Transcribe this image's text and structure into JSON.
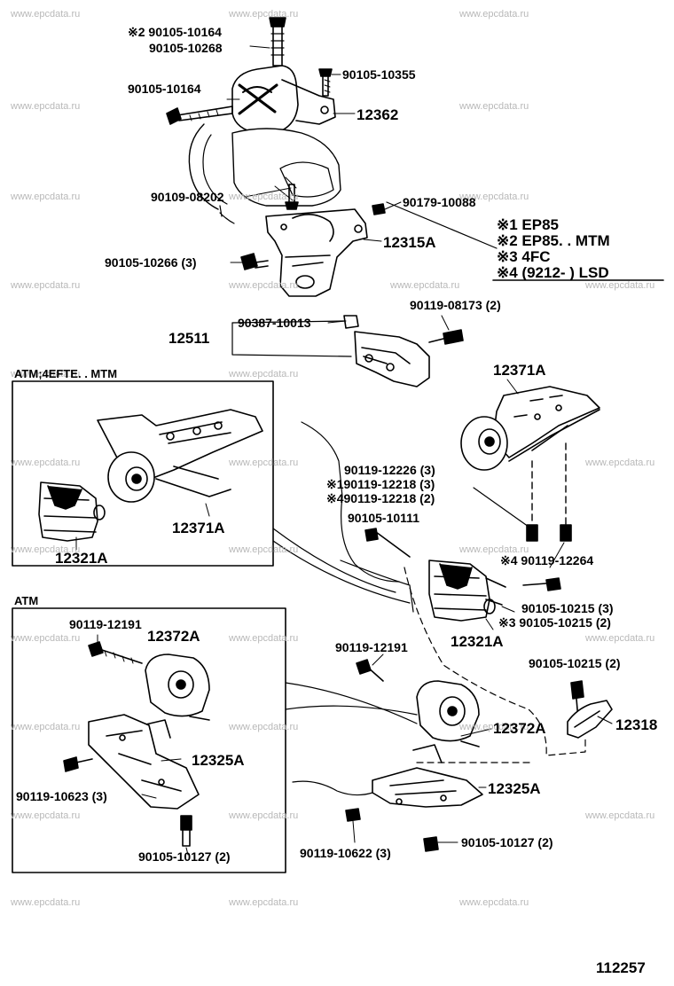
{
  "watermark": "www.epcdata.ru",
  "diagram_id": "112257",
  "legend": {
    "n1": "※1 EP85",
    "n2": "※2 EP85. . MTM",
    "n3": "※3 4FC",
    "n4": "※4 (9212-        ) LSD"
  },
  "boxes": {
    "box1_title": "ATM;4EFTE. . MTM",
    "box2_title": "ATM"
  },
  "labels": {
    "l01": "※2 90105-10164",
    "l02": "90105-10268",
    "l03": "90105-10355",
    "l04": "90105-10164",
    "l05": "12362",
    "l06": "90109-08202",
    "l07": "90179-10088",
    "l08": "12315A",
    "l09": "90105-10266 (3)",
    "l10": "90387-10013",
    "l11": "90119-08173 (2)",
    "l12": "12511",
    "l13": "12371A",
    "l14": "12371A",
    "l15": "12321A",
    "l16": "90119-12226 (3)",
    "l17": "※190119-12218 (3)",
    "l18": "※490119-12218 (2)",
    "l19": "90105-10111",
    "l20": "※4 90119-12264",
    "l21": "90105-10215 (3)",
    "l22": "※3 90105-10215 (2)",
    "l23": "12321A",
    "l24": "90119-12191",
    "l25": "12372A",
    "l26": "12325A",
    "l27": "90119-10623 (3)",
    "l28": "90105-10127 (2)",
    "l29": "90119-12191",
    "l30": "90105-10215 (2)",
    "l31": "12372A",
    "l32": "12318",
    "l33": "12325A",
    "l34": "90119-10622 (3)",
    "l35": "90105-10127 (2)"
  }
}
